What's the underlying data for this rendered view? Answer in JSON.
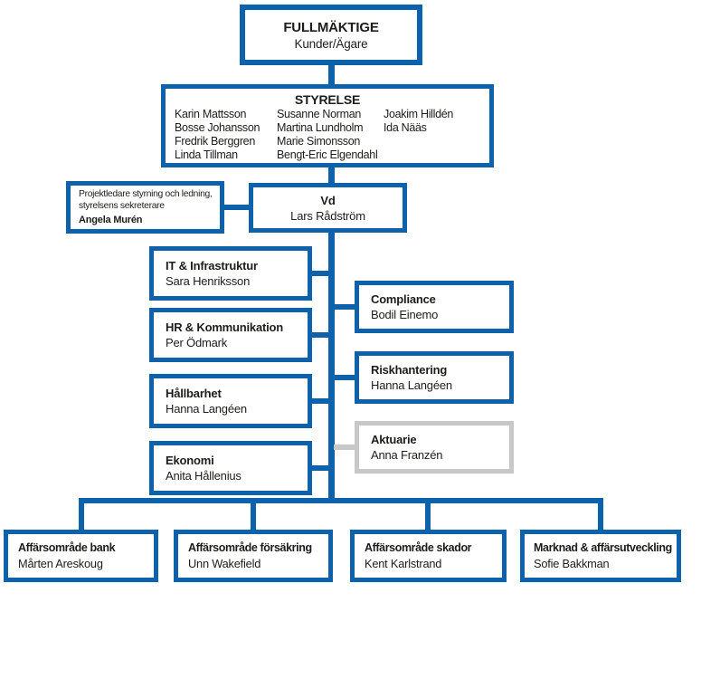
{
  "colors": {
    "accent": "#0e62ab",
    "muted": "#c8c8c8",
    "text": "#1d1d1b"
  },
  "nodes": {
    "fullmaktige": {
      "title": "FULLMÄKTIGE",
      "subtitle": "Kunder/Ägare"
    },
    "styrelse": {
      "title": "STYRELSE",
      "col1": [
        "Karin Mattsson",
        "Bosse Johansson",
        "Fredrik Berggren",
        "Linda Tillman"
      ],
      "col2": [
        "Susanne Norman",
        "Martina Lundholm",
        "Marie Simonsson",
        "Bengt-Eric Elgendahl"
      ],
      "col3": [
        "Joakim Hilldén",
        "Ida Nääs"
      ]
    },
    "projektledare": {
      "line1": "Projektledare styrning och ledning,",
      "line2": "styrelsens sekreterare",
      "name": "Angela Murén"
    },
    "vd": {
      "title": "Vd",
      "name": "Lars Rådström"
    },
    "it": {
      "title": "IT & Infrastruktur",
      "name": "Sara Henriksson"
    },
    "hr": {
      "title": "HR & Kommunikation",
      "name": "Per Ödmark"
    },
    "hallbarhet": {
      "title": "Hållbarhet",
      "name": "Hanna Langéen"
    },
    "ekonomi": {
      "title": "Ekonomi",
      "name": "Anita Hållenius"
    },
    "compliance": {
      "title": "Compliance",
      "name": "Bodil Einemo"
    },
    "riskhantering": {
      "title": "Riskhantering",
      "name": "Hanna Langéen"
    },
    "aktuarie": {
      "title": "Aktuarie",
      "name": "Anna Franzén"
    },
    "bank": {
      "title": "Affärsområde bank",
      "name": "Mårten Areskoug"
    },
    "forsakring": {
      "title": "Affärsområde försäkring",
      "name": "Unn Wakefield"
    },
    "skador": {
      "title": "Affärsområde skador",
      "name": "Kent Karlstrand"
    },
    "marknad": {
      "title": "Marknad & affärsutveckling",
      "name": "Sofie Bakkman"
    }
  }
}
